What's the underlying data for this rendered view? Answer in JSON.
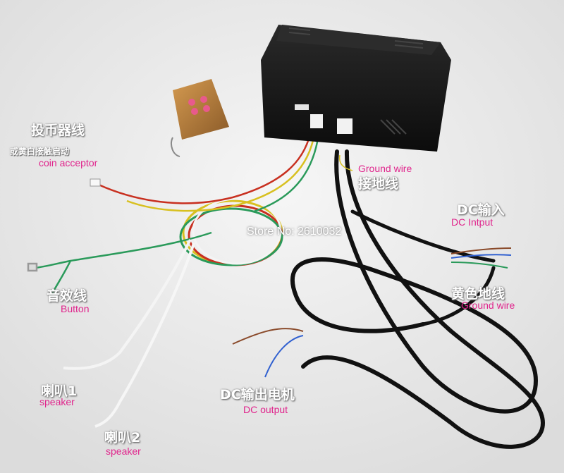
{
  "labels": {
    "coin_cn": "投币器线",
    "coin_sub_cn": "或黄白接触启动",
    "coin_en": "coin acceptor",
    "ground_en": "Ground wire",
    "ground_cn": "接地线",
    "dc_in_cn": "DC输入",
    "dc_in_en": "DC Intput",
    "button_cn": "音效线",
    "button_en": "Button",
    "yellow_ground_cn": "黄色地线",
    "yellow_ground_en": "Ground wire",
    "speaker1_cn": "喇叭1",
    "speaker1_en": "speaker",
    "dc_out_cn": "DC输出电机",
    "dc_out_en": "DC output",
    "speaker2_cn": "喇叭2",
    "speaker2_en": "speaker"
  },
  "watermark": "Store No: 2610032",
  "colors": {
    "background": "#ececec",
    "controller_box": "#151515",
    "remote_body": "#b07a3a",
    "remote_button": "#e85a8c",
    "label_pink": "#e0248c",
    "wire_green": "#2a9a5a",
    "wire_yellow": "#d8c020",
    "wire_red": "#c83020",
    "wire_blue": "#3060d0",
    "wire_brown": "#8a4a2a",
    "wire_white": "#f4f4f4",
    "cable_black": "#111111"
  }
}
